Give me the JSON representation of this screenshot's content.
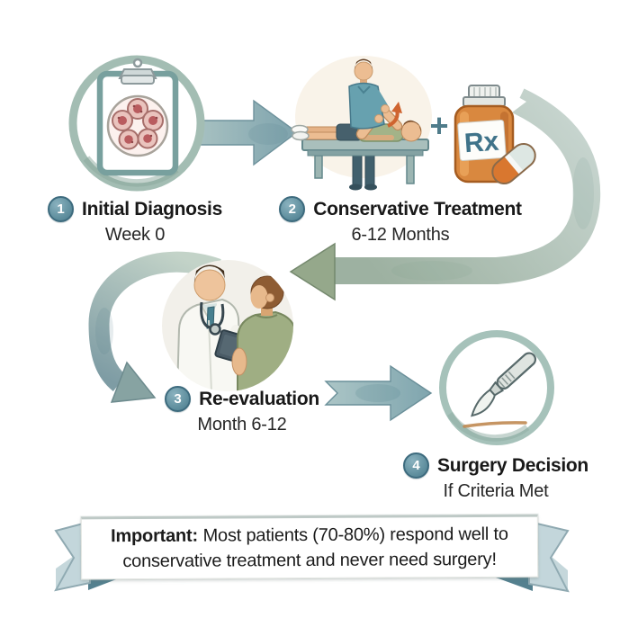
{
  "palette": {
    "badge_fill": "#61909f",
    "badge_border": "#3d6b7e",
    "ring_sage": "#a3bdb3",
    "arrow_slate": "#84a8b0",
    "arrow_sage": "#95a88b",
    "loop_arrow": "#8aa5a3",
    "ribbon": "#c3d6db",
    "ribbon_fold": "#54808f",
    "bottle_orange": "#d9883f",
    "rx_teal": "#3f7389",
    "text": "#1c1c1c"
  },
  "steps": [
    {
      "number": "1",
      "label": "Initial Diagnosis",
      "sublabel": "Week 0",
      "icon": "clipboard-cells-icon"
    },
    {
      "number": "2",
      "label": "Conservative Treatment",
      "sublabel": "6-12 Months",
      "icon": "physical-therapy-and-medication-icon"
    },
    {
      "number": "3",
      "label": "Re-evaluation",
      "sublabel": "Month 6-12",
      "icon": "doctor-patient-consult-icon"
    },
    {
      "number": "4",
      "label": "Surgery Decision",
      "sublabel": "If Criteria Met",
      "icon": "scalpel-icon"
    }
  ],
  "step2_extras": {
    "plus": "+",
    "rx": "Rx"
  },
  "diagram": {
    "connectors": [
      {
        "from": "step-1",
        "to": "step-2",
        "style": "straight-arrow-right"
      },
      {
        "from": "step-2",
        "to": "step-3",
        "style": "large-curve-right-down-back-left"
      },
      {
        "from": "step-3",
        "to": "step-4",
        "style": "straight-arrow-right"
      },
      {
        "at": "step-3",
        "style": "loop-back-c-curve"
      }
    ]
  },
  "banner": {
    "emphasis": "Important:",
    "rest": "Most patients (70-80%) respond well to conservative treatment and never need surgery!"
  }
}
